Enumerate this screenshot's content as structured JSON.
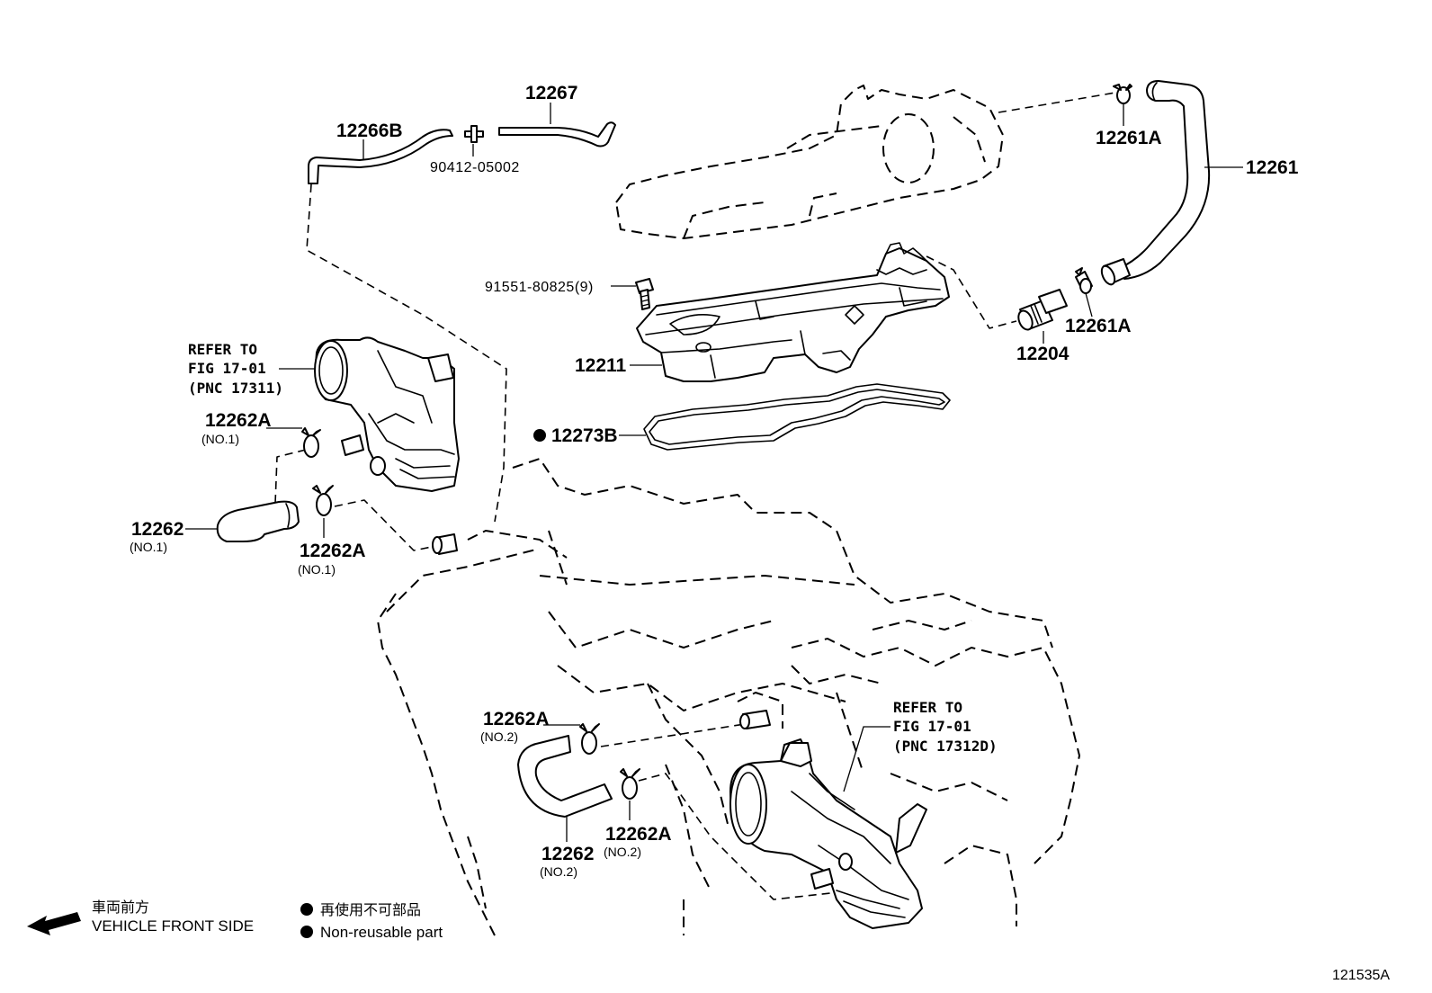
{
  "diagram": {
    "callouts": {
      "c12267": "12267",
      "c12266B": "12266B",
      "c90412": "90412-05002",
      "c12261A_top": "12261A",
      "c12261": "12261",
      "c91551": "91551-80825(9)",
      "c12211": "12211",
      "c12204": "12204",
      "c12261A_mid": "12261A",
      "c12273B": "12273B",
      "c12262A_1a": "12262A",
      "c12262A_1a_sub": "(NO.1)",
      "c12262_1": "12262",
      "c12262_1_sub": "(NO.1)",
      "c12262A_1b": "12262A",
      "c12262A_1b_sub": "(NO.1)",
      "c12262A_2a": "12262A",
      "c12262A_2a_sub": "(NO.2)",
      "c12262_2": "12262",
      "c12262_2_sub": "(NO.2)",
      "c12262A_2b": "12262A",
      "c12262A_2b_sub": "(NO.2)"
    },
    "references": {
      "left": {
        "line1": "REFER TO",
        "line2": "FIG 17-01",
        "line3": "(PNC 17311)"
      },
      "right": {
        "line1": "REFER TO",
        "line2": "FIG 17-01",
        "line3": "(PNC 17312D)"
      }
    },
    "legend": {
      "direction_jp": "車両前方",
      "direction_en": "VEHICLE FRONT SIDE",
      "nonreusable_jp": "再使用不可部品",
      "nonreusable_en": "Non-reusable part"
    },
    "illustration_code": "121535A"
  }
}
